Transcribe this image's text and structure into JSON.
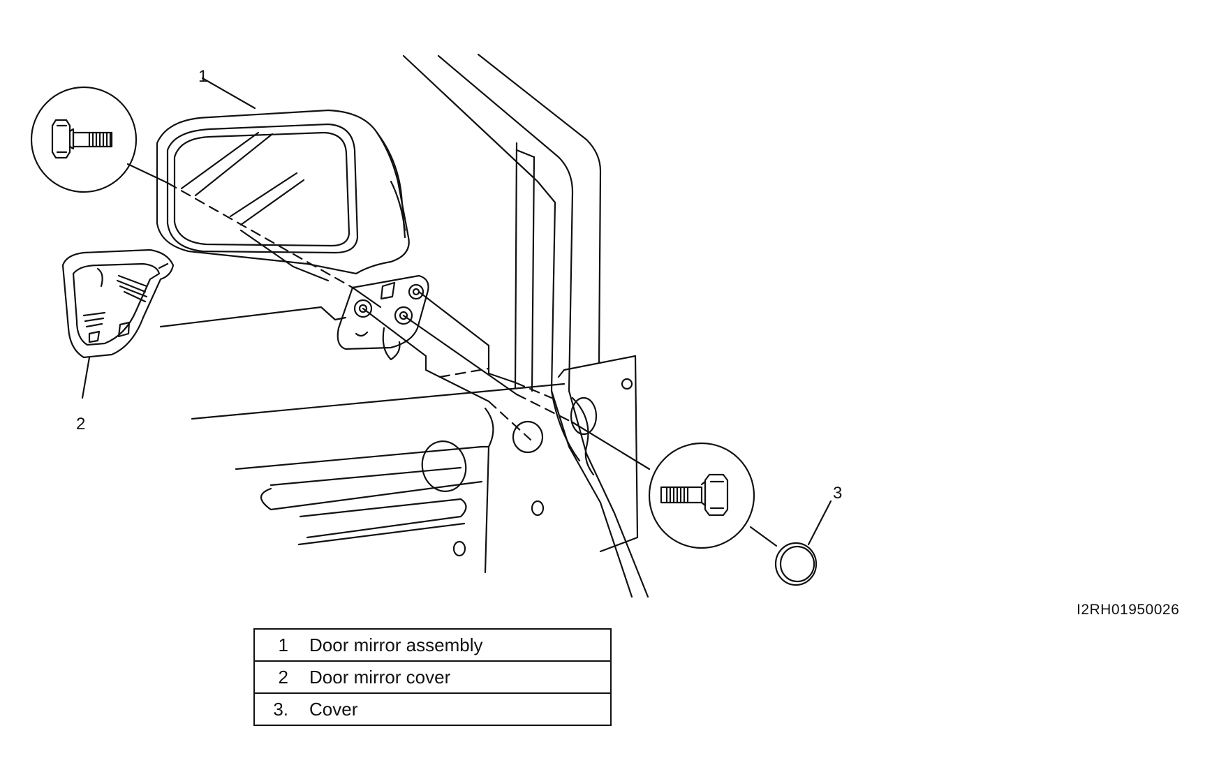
{
  "callouts": [
    {
      "id": "1"
    },
    {
      "id": "2"
    },
    {
      "id": "3"
    }
  ],
  "diagram_id": "I2RH01950026",
  "legend": [
    {
      "num": "1",
      "text": "Door mirror assembly"
    },
    {
      "num": "2",
      "text": "Door mirror cover"
    },
    {
      "num": "3.",
      "text": "Cover"
    }
  ],
  "line_color": "#111111"
}
